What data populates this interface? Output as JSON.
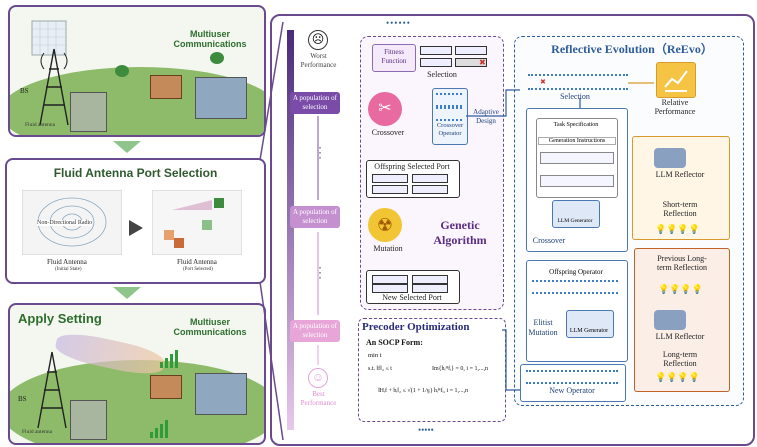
{
  "left": {
    "panel1": {
      "title": "Multiuser Communications",
      "bs": "BS",
      "fluid": "Fluid antenna"
    },
    "panel2": {
      "title": "Fluid Antenna Port Selection",
      "radio": "Non-Directional Radio",
      "fa1": "Fluid Antenna",
      "fa1_sub": "(Initial State)",
      "fa2": "Fluid Antenna",
      "fa2_sub": "(Port Selected)"
    },
    "panel3": {
      "title": "Apply Setting",
      "title2": "Multiuser Communications",
      "bs": "BS",
      "fluid": "Fluid antenna"
    }
  },
  "center": {
    "top_dots": "••••••",
    "bottom_dots": "•••••",
    "worst": "Worst Performance",
    "best": "Best Performance",
    "population": "A population of selection",
    "vdots": "⋮"
  },
  "ga": {
    "fitness": "Fitness Function",
    "selection": "Selection",
    "crossover": "Crossover",
    "crossover_op": "Crossover Operator",
    "adaptive": "Adaptive Design",
    "offspring": "Offspring Selected Port",
    "mutation": "Mutation",
    "title": "Genetic Algorithm",
    "new_port": "New Selected Port"
  },
  "precoder": {
    "title": "Precoder Optimization",
    "socp": "An SOCP Form:",
    "min": "min t",
    "c1": "s.t. ‖f‖₂ ≤ t",
    "c2": "Im{hᵢᴴfᵢ} = 0, i = 1,...,n",
    "c3": "‖Hᵢf + bᵢ‖₂ ≤ √(1 + 1/γᵢ) hᵢᴴfᵢ, i = 1,...,n"
  },
  "reevo": {
    "title": "Reflective Evolution（ReEvo）",
    "selection": "Selection",
    "relative": "Relative Performance",
    "task": "Task Specification",
    "gen_instr": "Generation Instructions",
    "llm_gen": "LLM Generator",
    "crossover": "Crossover",
    "llm_reflector": "LLM Reflector",
    "short_term": "Short-term Reflection",
    "previous": "Previous Long-term Reflection",
    "offspring_op": "Offspring Operator",
    "elitist": "Elitist Mutation",
    "llm_gen2": "LLM Generator",
    "llm_reflector2": "LLM Reflector",
    "long_term": "Long-term Reflection",
    "new_op": "New Operator"
  },
  "colors": {
    "purple": "#6a4a8e",
    "blue": "#2e5c9a",
    "green": "#2f6d2f",
    "orange": "#d89a2a"
  }
}
